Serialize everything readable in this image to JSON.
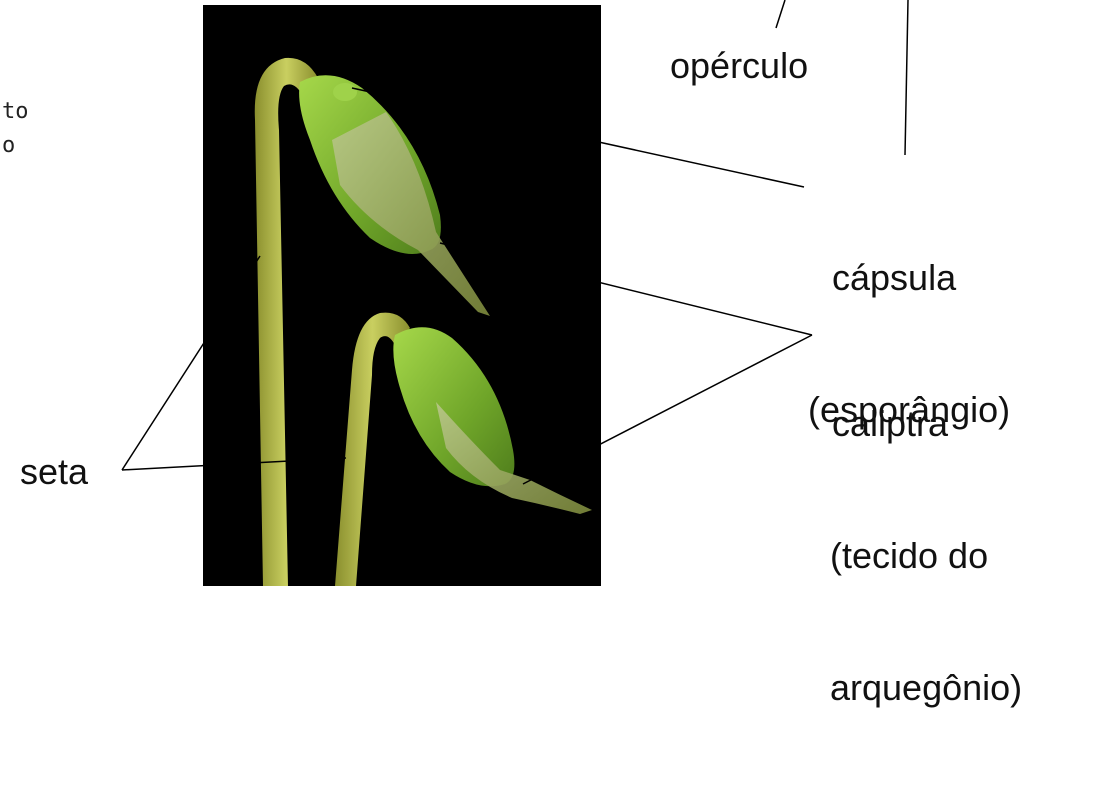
{
  "labels": {
    "operculo": "opérculo",
    "capsula_line1": "cápsula",
    "capsula_line2": "(esporângio)",
    "caliptra_line1": "caliptra",
    "caliptra_line2": "(tecido do",
    "caliptra_line3": "arquegônio)",
    "seta": "seta"
  },
  "left_text_fragments": [
    "to",
    "o"
  ],
  "colors": {
    "background": "#ffffff",
    "photo_background": "#000000",
    "leader_lines": "#000000",
    "capsule_green": "#8fc23a",
    "seta_green": "#b8c44a"
  },
  "photo_subject": "two moss sporophytes (setae with capsules and calyptras)"
}
